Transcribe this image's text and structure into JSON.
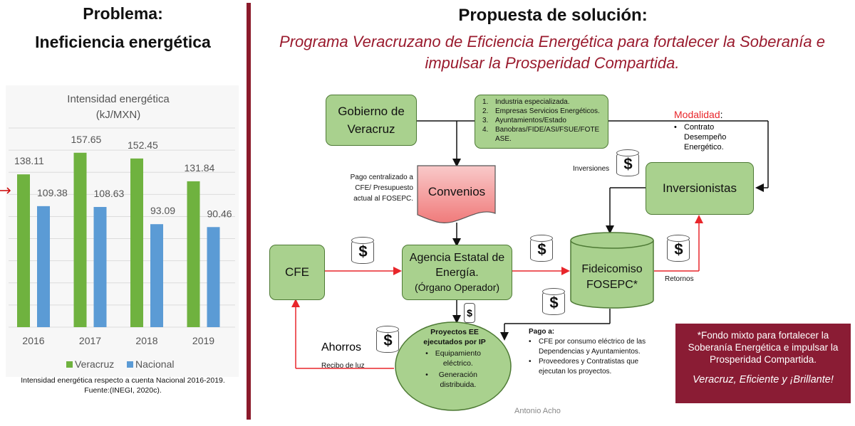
{
  "left_panel": {
    "title_line1": "Problema:",
    "title_line2": "Ineficiencia energética",
    "caption_line1": "Intensidad energética respecto a cuenta Nacional 2016-2019.",
    "caption_line2": "Fuente:(INEGI, 2020c)."
  },
  "chart_data": {
    "type": "bar",
    "title": "Intensidad energética",
    "subtitle": "(kJ/MXN)",
    "categories": [
      "2016",
      "2017",
      "2018",
      "2019"
    ],
    "series": [
      {
        "name": "Veracruz",
        "values": [
          138.11,
          157.65,
          152.45,
          131.84
        ],
        "color": "#6fb23f"
      },
      {
        "name": "Nacional",
        "values": [
          109.38,
          108.63,
          93.09,
          90.46
        ],
        "color": "#5b9bd5"
      }
    ],
    "value_labels": {
      "Veracruz": [
        "138.11",
        "157.65",
        "152.45",
        "131.84"
      ],
      "Nacional": [
        "109.38",
        "108.63",
        "93.09",
        "90.46"
      ]
    },
    "ylim": [
      0,
      180
    ],
    "grid": true,
    "legend_position": "bottom"
  },
  "right_panel": {
    "title": "Propuesta de solución:",
    "subtitle_line1": "Programa Veracruzano de Eficiencia Energética para fortalecer la Soberanía e",
    "subtitle_line2": "impulsar la Prosperidad Compartida."
  },
  "diagram": {
    "gobierno_line1": "Gobierno de",
    "gobierno_line2": "Veracruz",
    "list_items": [
      "Industria especializada.",
      "Empresas Servicios Energéticos.",
      "Ayuntamientos/Estado",
      "Banobras/FIDE/ASI/FSUE/FOTE ASE."
    ],
    "list_numbers": [
      "1.",
      "2.",
      "3.",
      "4."
    ],
    "modalidad_label": "Modalidad",
    "modalidad_colon": ":",
    "modalidad_item": "Contrato Desempeño Energético.",
    "inversiones_label": "Inversiones",
    "inversionistas": "Inversionistas",
    "pago_line1": "Pago centralizado a",
    "pago_line2": "CFE/ Presupuesto",
    "pago_line3": "actual al FOSEPC.",
    "convenios": "Convenios",
    "cfe": "CFE",
    "agencia_line1": "Agencia Estatal de",
    "agencia_line2": "Energía.",
    "agencia_line3": "(Órgano Operador)",
    "fideicomiso_line1": "Fideicomiso",
    "fideicomiso_line2": "FOSEPC*",
    "retornos": "Retornos",
    "ahorros": "Ahorros",
    "recibo": "Recibo de luz",
    "proyectos_title_line1": "Proyectos EE",
    "proyectos_title_line2": "ejecutados por IP",
    "proyectos_item1": "Equipamiento eléctrico.",
    "proyectos_item2": "Generación distribuida.",
    "pago_a_title": "Pago a",
    "pago_a_colon": ":",
    "pago_a_item1": "CFE por consumo eléctrico de las Dependencias y Ayuntamientos.",
    "pago_a_item2": "Proveedores y Contratistas que ejecutan los proyectos.",
    "author": "Antonio Acho",
    "dollar": "$"
  },
  "footnote_box": {
    "line1": "*Fondo mixto para fortalecer la",
    "line2": "Soberanía Energética e impulsar la",
    "line3": "Prosperidad Compartida.",
    "slogan": "Veracruz, Eficiente y ¡Brillante!"
  },
  "colors": {
    "maroon": "#8a1c34",
    "box_green": "#a9d18e",
    "arrow_red": "#e8262b"
  }
}
